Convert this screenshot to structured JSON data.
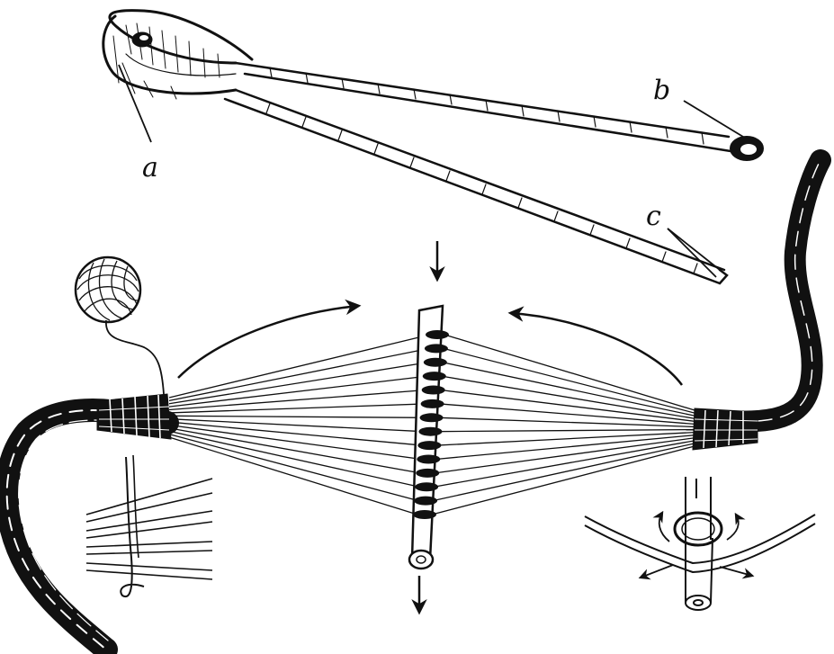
{
  "labels": {
    "a": "a",
    "b": "b",
    "c": "c"
  },
  "colors": {
    "ink": "#111111",
    "paper": "#ffffff"
  }
}
